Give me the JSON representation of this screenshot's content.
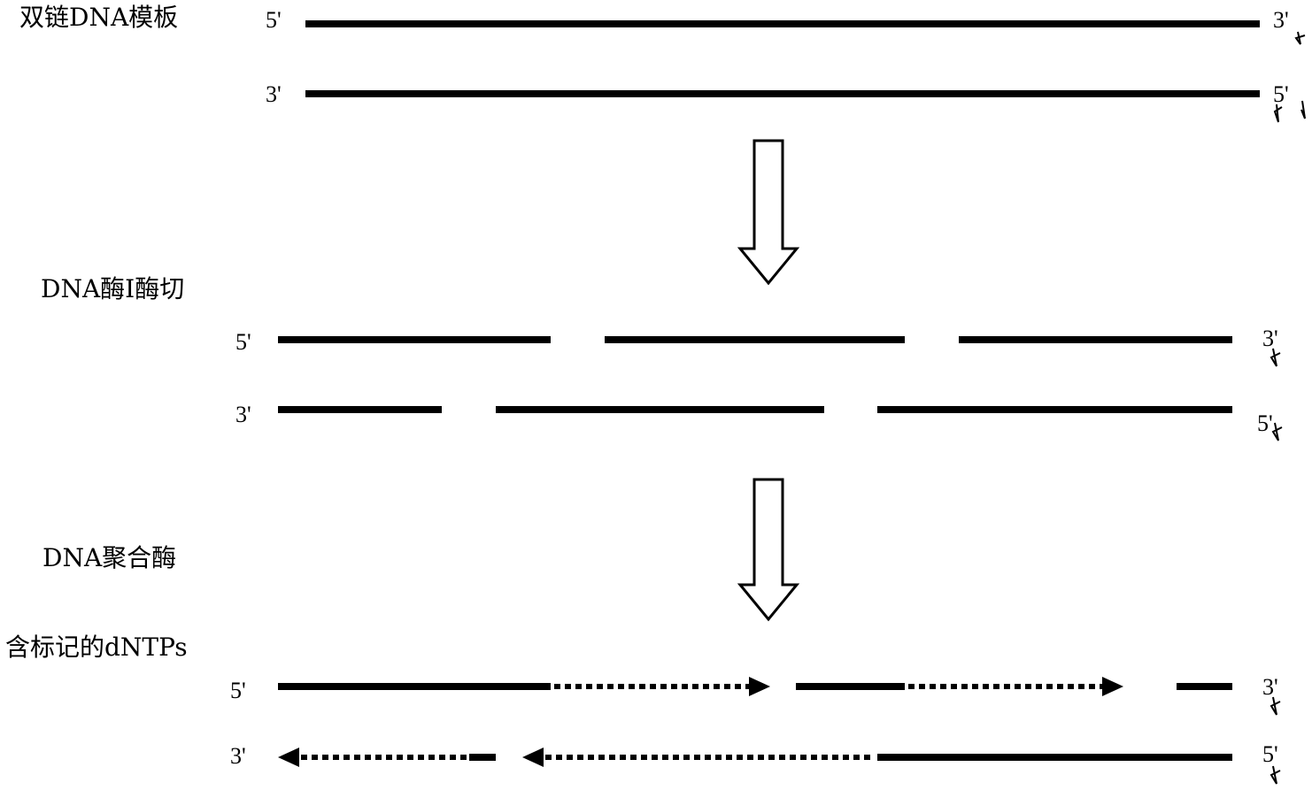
{
  "labels": {
    "template": "双链DNA模板",
    "nicking": "DNA酶I酶切",
    "polymerase": "DNA聚合酶",
    "labeled_dntps": "含标记的dNTPs"
  },
  "ends": {
    "five_prime": "5'",
    "three_prime": "3'"
  },
  "colors": {
    "ink": "#000000",
    "background": "#ffffff"
  }
}
